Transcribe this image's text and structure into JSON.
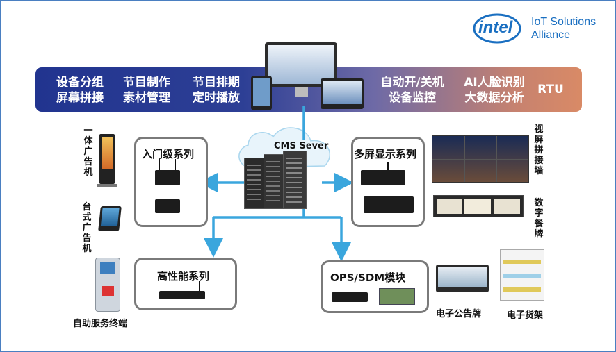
{
  "logo": {
    "brand": "intel",
    "alliance_line1": "IoT Solutions",
    "alliance_line2": "Alliance"
  },
  "banner": {
    "features": [
      {
        "line1": "设备分组",
        "line2": "屏幕拼接"
      },
      {
        "line1": "节目制作",
        "line2": "素材管理"
      },
      {
        "line1": "节目排期",
        "line2": "定时播放"
      },
      {
        "line1": "自动开/关机",
        "line2": "设备监控"
      },
      {
        "line1": "AI人脸识别",
        "line2": "大数据分析"
      },
      {
        "line1": "RTU",
        "line2": ""
      }
    ]
  },
  "server": {
    "label": "CMS Sever"
  },
  "groups": {
    "entry": "入门级系列",
    "multi_screen": "多屏显示系列",
    "high_perf": "高性能系列",
    "ops_sdm": "OPS/SDM模块"
  },
  "left_devices": {
    "all_in_one": "一体广告机",
    "desktop": "台式广告机",
    "kiosk": "自助服务终端"
  },
  "right_devices": {
    "video_wall": "视屏拼接墙",
    "digital_menu": "数字餐牌",
    "bulletin": "电子公告牌",
    "shelf": "电子货架"
  },
  "colors": {
    "arrow": "#3aa6dd",
    "banner_left": "#21348f",
    "banner_right": "#d98a66",
    "box_border": "#7a7a7a",
    "brand": "#1a6fc1"
  }
}
